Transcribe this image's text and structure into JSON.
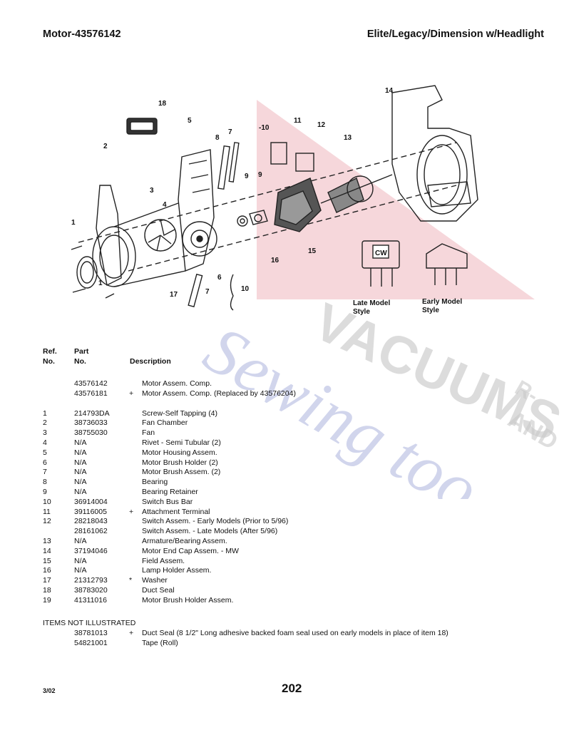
{
  "header": {
    "left": "Motor-43576142",
    "right": "Elite/Legacy/Dimension  w/Headlight"
  },
  "diagram": {
    "callouts": [
      "18",
      "5",
      "8",
      "7",
      "-10",
      "11",
      "12",
      "13",
      "14",
      "2",
      "3",
      "4",
      "9",
      "9",
      "1",
      "1",
      "6",
      "7",
      "17",
      "10",
      "16",
      "15"
    ],
    "switch_styles": [
      {
        "caption_line1": "Late Model",
        "caption_line2": "Style",
        "badge": "CW"
      },
      {
        "caption_line1": "Early Model",
        "caption_line2": "Style"
      }
    ]
  },
  "watermark": {
    "line1": "VACUUMS",
    "line2": "Sewing too",
    "side1": "R-",
    "side2": "AND"
  },
  "columns": {
    "ref_line1": "Ref.",
    "ref_line2": "No.",
    "part_line1": "Part",
    "part_line2": "No.",
    "description": "Description"
  },
  "top_rows": [
    {
      "ref": "",
      "part": "43576142",
      "mark": "",
      "desc": "Motor Assem.  Comp."
    },
    {
      "ref": "",
      "part": "43576181",
      "mark": "+",
      "desc": "Motor Assem. Comp.  (Replaced by 43576204)"
    }
  ],
  "rows": [
    {
      "ref": "1",
      "part": "214793DA",
      "mark": "",
      "desc": "Screw-Self Tapping (4)"
    },
    {
      "ref": "2",
      "part": "38736033",
      "mark": "",
      "desc": "Fan Chamber"
    },
    {
      "ref": "3",
      "part": "38755030",
      "mark": "",
      "desc": "Fan"
    },
    {
      "ref": "4",
      "part": "N/A",
      "mark": "",
      "desc": "Rivet - Semi Tubular (2)"
    },
    {
      "ref": "5",
      "part": "N/A",
      "mark": "",
      "desc": "Motor Housing Assem."
    },
    {
      "ref": "6",
      "part": "N/A",
      "mark": "",
      "desc": "Motor Brush Holder (2)"
    },
    {
      "ref": "7",
      "part": "N/A",
      "mark": "",
      "desc": "Motor Brush Assem.  (2)"
    },
    {
      "ref": "8",
      "part": "N/A",
      "mark": "",
      "desc": "Bearing"
    },
    {
      "ref": "9",
      "part": "N/A",
      "mark": "",
      "desc": "Bearing Retainer"
    },
    {
      "ref": "10",
      "part": "36914004",
      "mark": "",
      "desc": "Switch Bus Bar"
    },
    {
      "ref": "11",
      "part": "39116005",
      "mark": "+",
      "desc": "Attachment Terminal"
    },
    {
      "ref": "12",
      "part": "28218043",
      "mark": "",
      "desc": "Switch Assem. - Early Models (Prior to 5/96)"
    },
    {
      "ref": "",
      "part": "28161062",
      "mark": "",
      "desc": "Switch Assem. - Late Models (After 5/96)"
    },
    {
      "ref": "13",
      "part": "N/A",
      "mark": "",
      "desc": "Armature/Bearing Assem."
    },
    {
      "ref": "14",
      "part": "37194046",
      "mark": "",
      "desc": "Motor End Cap Assem. - MW"
    },
    {
      "ref": "15",
      "part": "N/A",
      "mark": "",
      "desc": "Field Assem."
    },
    {
      "ref": "16",
      "part": "N/A",
      "mark": "",
      "desc": "Lamp Holder Assem."
    },
    {
      "ref": "17",
      "part": "21312793",
      "mark": "*",
      "desc": "Washer"
    },
    {
      "ref": "18",
      "part": "38783020",
      "mark": "",
      "desc": "Duct Seal"
    },
    {
      "ref": "19",
      "part": "41311016",
      "mark": "",
      "desc": "Motor Brush Holder Assem."
    }
  ],
  "not_illustrated": {
    "title": "ITEMS  NOT ILLUSTRATED",
    "rows": [
      {
        "part": "38781013",
        "mark": "+",
        "desc": "Duct Seal (8 1/2\" Long adhesive backed foam seal used on early models in place of item 18)"
      },
      {
        "part": "54821001",
        "mark": "",
        "desc": "Tape (Roll)"
      }
    ]
  },
  "footer": {
    "date": "3/02",
    "page": "202"
  }
}
